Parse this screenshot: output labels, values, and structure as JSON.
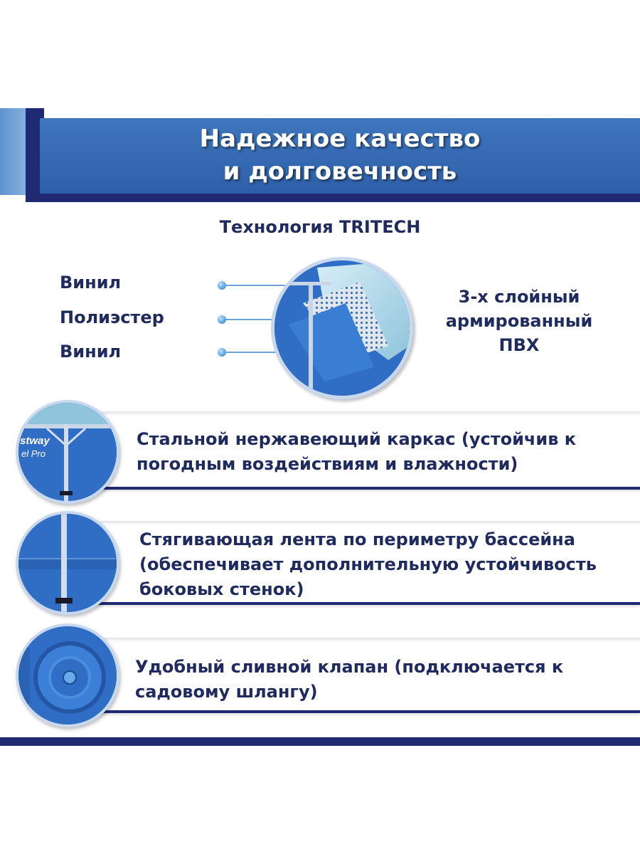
{
  "banner": {
    "title_line1": "Надежное качество",
    "title_line2": "и долговечность",
    "color": "#2d5fa8",
    "accent": "#1f2a72"
  },
  "tritech": {
    "title": "Технология TRITECH",
    "layers": [
      "Винил",
      "Полиэстер",
      "Винил"
    ],
    "pvc_lines": [
      "3-х слойный",
      "армированный",
      "ПВХ"
    ],
    "image": "pvc-layers-cutaway"
  },
  "features": [
    {
      "image": "steel-frame-pool",
      "lines": [
        "Стальной нержавеющий каркас (устойчив к",
        "погодным воздействиям и влажности)"
      ]
    },
    {
      "image": "pool-belt-strap",
      "lines": [
        "Стягивающая лента по периметру бассейна",
        "(обеспечивает дополнительную устойчивость",
        "боковых стенок)"
      ]
    },
    {
      "image": "drain-valve",
      "lines": [
        "Удобный сливной клапан (подключается к",
        "садовому шлангу)"
      ]
    }
  ],
  "image_brand_text": [
    "stway",
    "el Pro"
  ],
  "colors": {
    "text": "#1f2a5e",
    "pool_blue": "#2f6ec4",
    "dot": "#4b9ad6"
  }
}
